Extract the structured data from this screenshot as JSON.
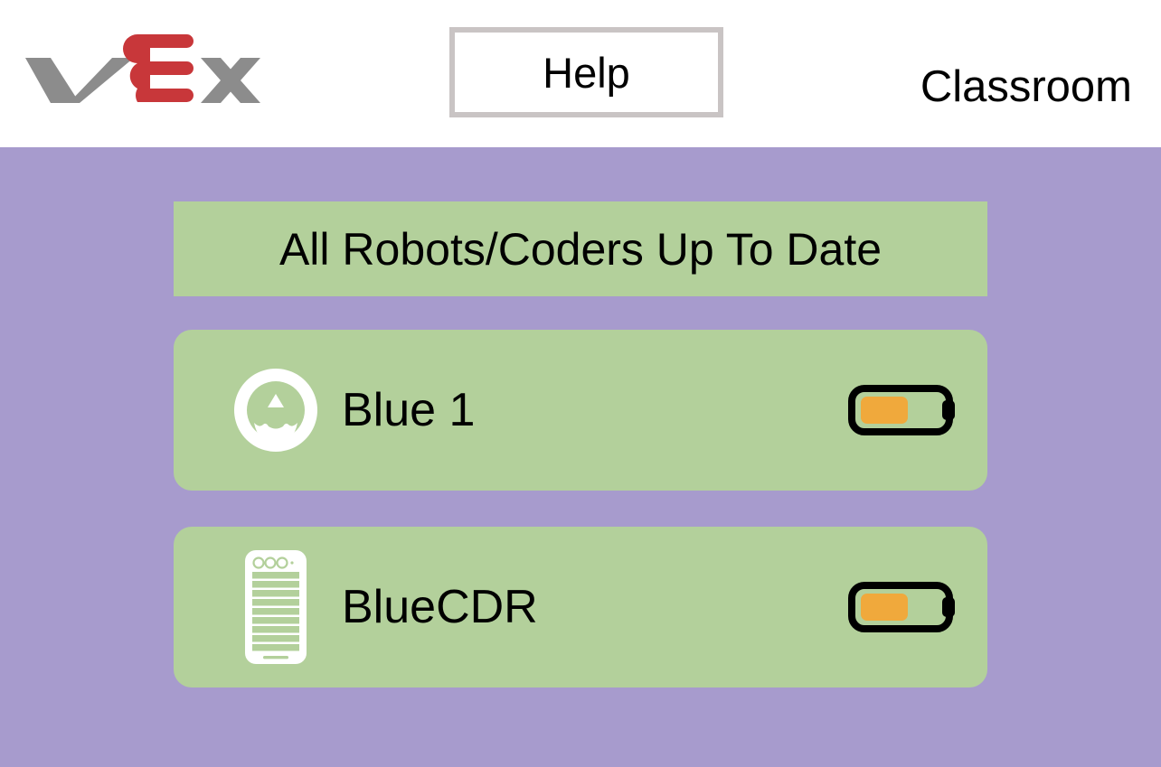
{
  "header": {
    "logo": {
      "name": "vex-logo",
      "text": "VEX",
      "gray": "#8c8c8c",
      "red": "#c8373a"
    },
    "help_button": {
      "label": "Help",
      "border_color": "#c9c4c4",
      "background": "#ffffff"
    },
    "title": "Classroom",
    "background": "#ffffff"
  },
  "main": {
    "background": "#a79bcd",
    "status_banner": {
      "text": "All Robots/Coders Up To Date",
      "background": "#b3d09b"
    },
    "card_background": "#b3d09b",
    "battery_fill_color": "#f0a93c",
    "battery_outline_color": "#000000",
    "devices": [
      {
        "name": "Blue 1",
        "icon": "robot-brain-icon",
        "battery_percent": 55
      },
      {
        "name": "BlueCDR",
        "icon": "coder-controller-icon",
        "battery_percent": 55
      }
    ]
  }
}
